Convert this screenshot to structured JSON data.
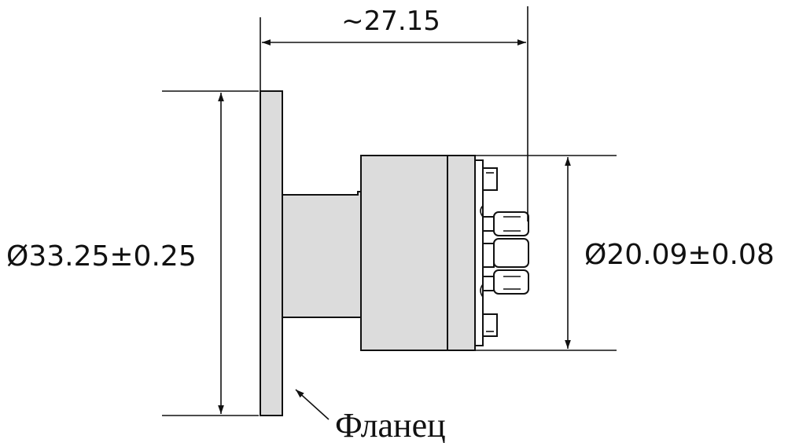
{
  "dimensions": {
    "length": "~27.15",
    "flange_diameter": "Ø33.25±0.25",
    "body_diameter": "Ø20.09±0.08"
  },
  "labels": {
    "flange": "Фланец"
  },
  "colors": {
    "part_fill": "#dcdcdc",
    "line": "#111111",
    "background": "#ffffff"
  }
}
